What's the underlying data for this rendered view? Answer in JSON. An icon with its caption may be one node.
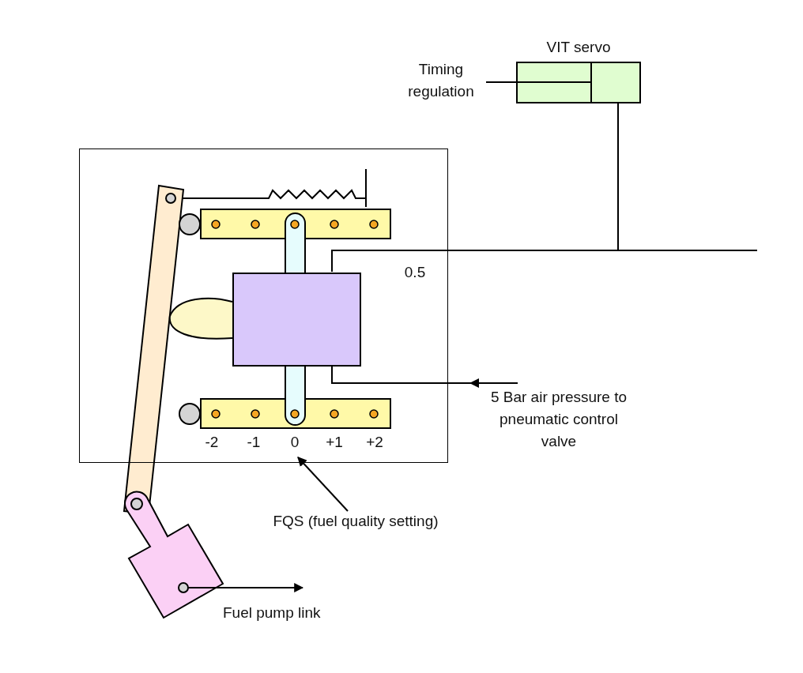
{
  "diagram": {
    "nodes": [
      {
        "text": [
          "VIT servo"
        ]
      },
      {
        "text": [
          "Timing regulation"
        ]
      },
      {
        "text": [],
        "shape": "box"
      },
      {
        "text": [],
        "shape": "box",
        "in": 2
      },
      {
        "text": [
          "5 Bar air pressure to pneumatic control valve"
        ]
      },
      {
        "text": [
          "FQS (fuel quality setting)"
        ]
      },
      {
        "text": [],
        "shape": "lever"
      }
    ],
    "edges": [
      {
        "from": 1,
        "to": 0,
        "arrow": "none"
      },
      {
        "from": 3,
        "to": 0,
        "arrow": "none"
      },
      {
        "from": 0,
        "to": null,
        "arrow": "none"
      },
      {
        "from": 4,
        "to": 3,
        "arrow": "to"
      },
      {
        "from": 5,
        "to": 2,
        "arrow": "to"
      },
      {
        "from": 6,
        "to": null,
        "arrow": "to"
      }
    ],
    "labels": [
      "0.5",
      "-2",
      "-1",
      "0",
      "+1",
      "+2",
      "Fuel pump link"
    ]
  }
}
